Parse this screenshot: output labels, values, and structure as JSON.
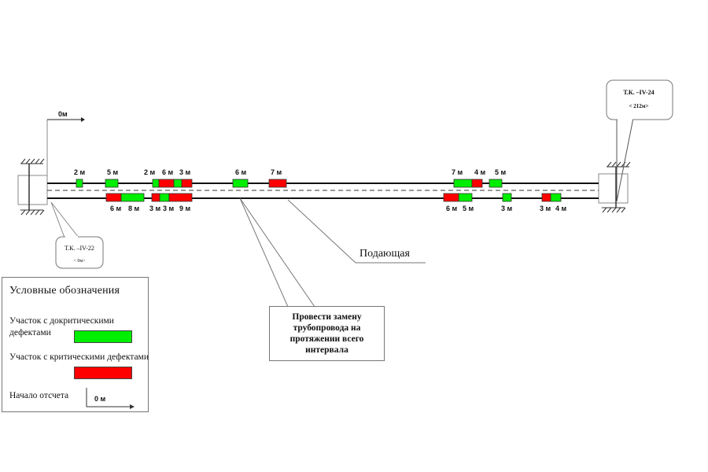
{
  "origin_marker": {
    "label": "0м"
  },
  "start_node": {
    "name": "Т.К. –IV-22",
    "distance": "< 0м>"
  },
  "end_node": {
    "name": "Т.К. –IV-24",
    "distance": "< 212м>"
  },
  "pipe_label": "Подающая",
  "action_callout": {
    "text": "Провести замену трубопровода на протяжении всего интервала"
  },
  "colors": {
    "precritical": "#00ee00",
    "critical": "#ff0000",
    "line": "#111111"
  },
  "defects": {
    "upper_pipe": [
      {
        "label": "2 м",
        "length_m": 2,
        "type": "precritical"
      },
      {
        "label": "5 м",
        "length_m": 5,
        "type": "precritical"
      },
      {
        "label": "2 м",
        "length_m": 2,
        "type": "precritical"
      },
      {
        "label": "6 м",
        "length_m": 6,
        "type": "critical"
      },
      {
        "label": "",
        "length_m": 3,
        "type": "precritical"
      },
      {
        "label": "3 м",
        "length_m": 3,
        "type": "critical"
      },
      {
        "label": "6 м",
        "length_m": 6,
        "type": "precritical"
      },
      {
        "label": "7 м",
        "length_m": 7,
        "type": "critical"
      },
      {
        "label": "7 м",
        "length_m": 7,
        "type": "precritical"
      },
      {
        "label": "4 м",
        "length_m": 4,
        "type": "critical"
      },
      {
        "label": "5 м",
        "length_m": 5,
        "type": "precritical"
      }
    ],
    "lower_pipe": [
      {
        "label": "6 м",
        "length_m": 6,
        "type": "critical"
      },
      {
        "label": "8 м",
        "length_m": 8,
        "type": "precritical"
      },
      {
        "label": "3 м",
        "length_m": 3,
        "type": "critical"
      },
      {
        "label": "3 м",
        "length_m": 3,
        "type": "precritical"
      },
      {
        "label": "9 м",
        "length_m": 9,
        "type": "critical"
      },
      {
        "label": "6 м",
        "length_m": 6,
        "type": "critical"
      },
      {
        "label": "5 м",
        "length_m": 5,
        "type": "precritical"
      },
      {
        "label": "3 м",
        "length_m": 3,
        "type": "precritical"
      },
      {
        "label": "3 м",
        "length_m": 3,
        "type": "critical"
      },
      {
        "label": "4 м",
        "length_m": 4,
        "type": "precritical"
      }
    ]
  },
  "legend": {
    "title": "Условные обозначения",
    "items": [
      {
        "text": "Участок с докритическими дефектами",
        "type": "precritical"
      },
      {
        "text": "Участок с критическими дефектами",
        "type": "critical"
      }
    ],
    "origin": {
      "text": "Начало отсчета",
      "marker_label": "0 м"
    }
  }
}
